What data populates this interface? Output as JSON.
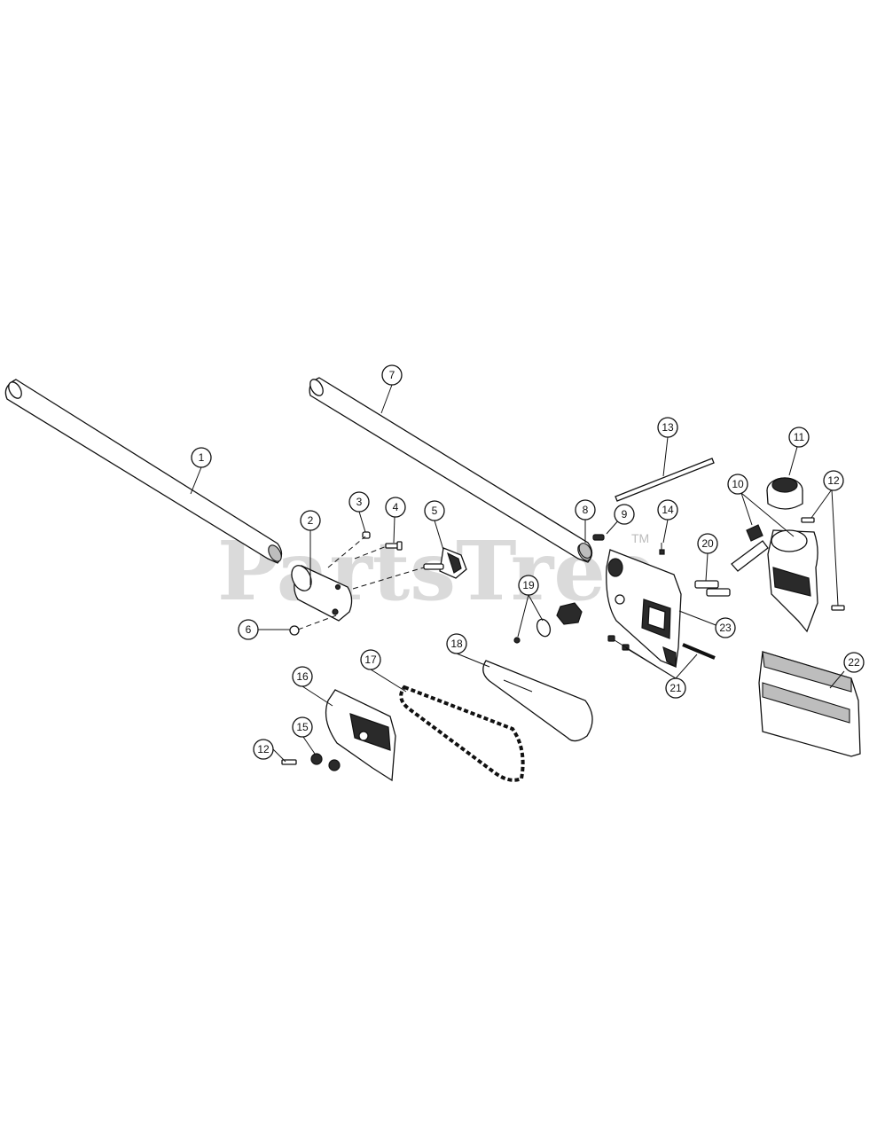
{
  "watermark": {
    "text": "PartsTree",
    "trademark": "TM"
  },
  "callouts": [
    "1",
    "2",
    "3",
    "4",
    "5",
    "6",
    "7",
    "8",
    "9",
    "10",
    "11",
    "12",
    "13",
    "14",
    "15",
    "16",
    "17",
    "18",
    "19",
    "20",
    "21",
    "22",
    "23",
    "12"
  ]
}
